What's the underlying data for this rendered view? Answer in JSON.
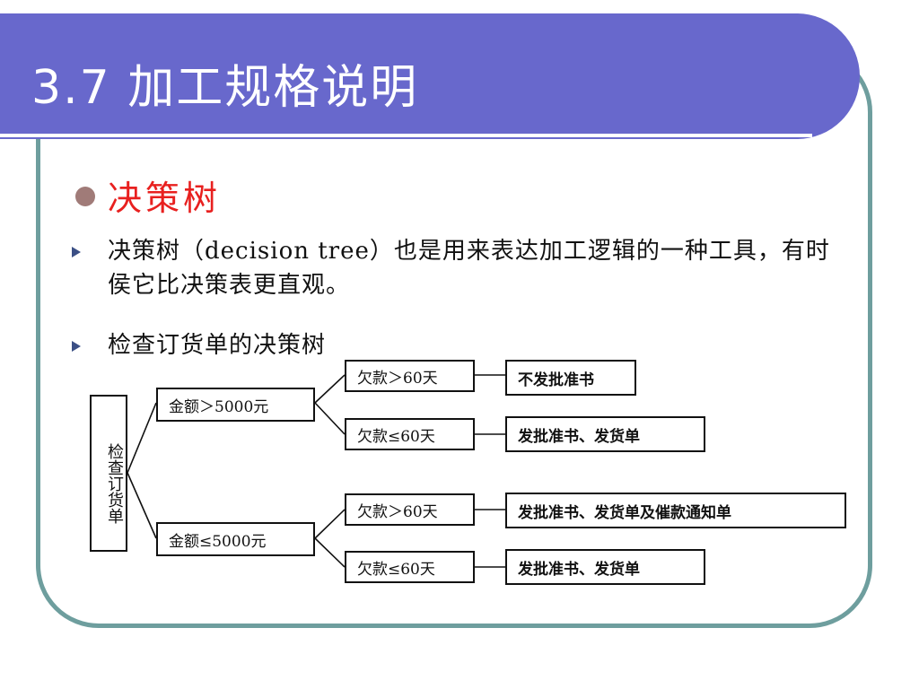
{
  "slide": {
    "title": "3.7  加工规格说明",
    "heading": "决策树",
    "para1": "决策树（decision tree）也是用来表达加工逻辑的一种工具，有时侯它比决策表更直观。",
    "para2": "检查订货单的决策树"
  },
  "tree": {
    "root": "检查订货单",
    "level1": [
      {
        "label": "金额＞5000元"
      },
      {
        "label": "金额≤5000元"
      }
    ],
    "level2": [
      {
        "label": "欠款＞60天",
        "action": "不发批准书"
      },
      {
        "label": "欠款≤60天",
        "action": "发批准书、发货单"
      },
      {
        "label": "欠款＞60天",
        "action": "发批准书、发货单及催款通知单"
      },
      {
        "label": "欠款≤60天",
        "action": "发批准书、发货单"
      }
    ]
  },
  "colors": {
    "title_bar": "#6868cc",
    "frame": "#6e9e9e",
    "heading": "#e8201f",
    "bullet": "#a07b78",
    "arrow": "#3b4f85"
  }
}
